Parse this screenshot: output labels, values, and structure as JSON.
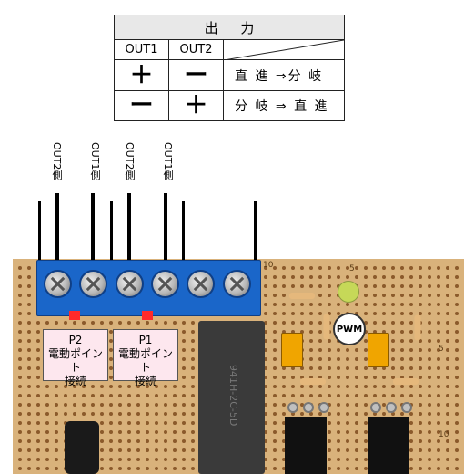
{
  "table": {
    "header": "出 力",
    "col1": "OUT1",
    "col2": "OUT2",
    "rows": [
      {
        "out1": "＋",
        "out2": "ー",
        "action": "直 進 ⇒分 岐"
      },
      {
        "out1": "ー",
        "out2": "＋",
        "action": "分 岐 ⇒ 直 進"
      }
    ]
  },
  "wires": [
    "OUT2側",
    "OUT1側",
    "OUT2側",
    "OUT1側"
  ],
  "labels": {
    "p2_title": "P2",
    "p2_line1": "電動ポイント",
    "p2_line2": "接続",
    "p1_title": "P1",
    "p1_line1": "電動ポイント",
    "p1_line2": "接続",
    "pwm": "PWM"
  },
  "silkscreen": [
    "10",
    "5",
    "5",
    "10"
  ],
  "relay_text": "941H-2C-5D"
}
